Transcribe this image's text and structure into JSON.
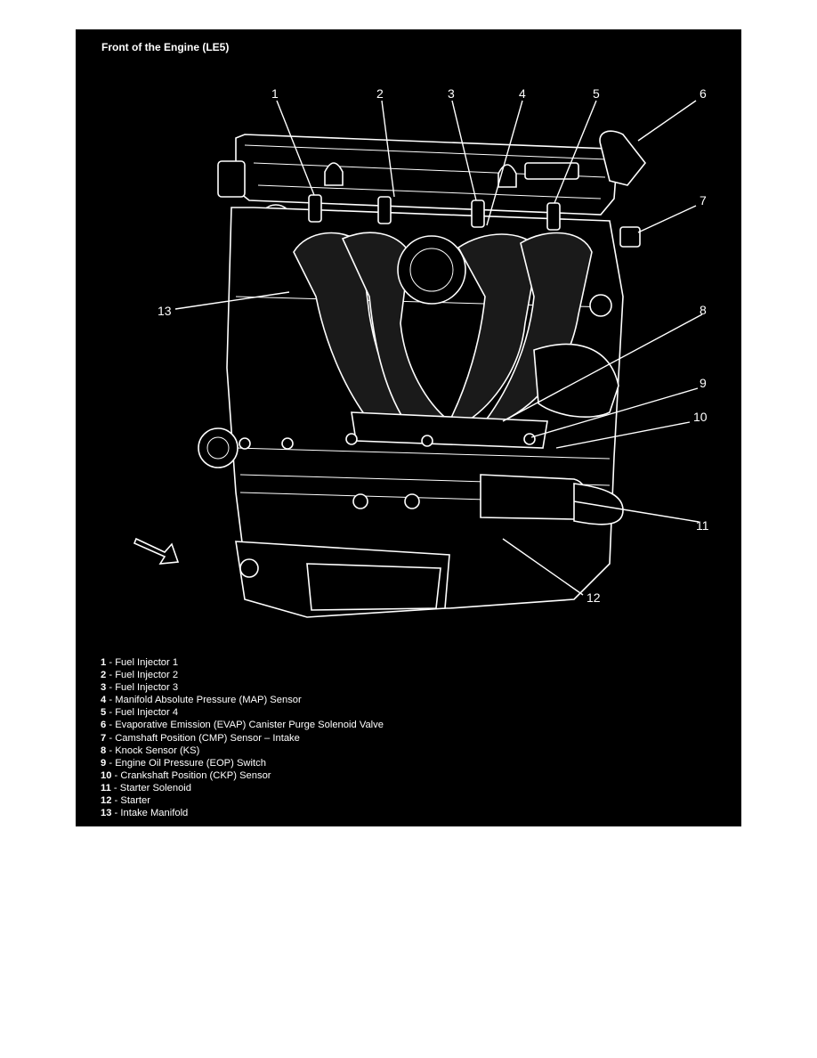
{
  "figure": {
    "title": "Front of the Engine (LE5)"
  },
  "colors": {
    "panel": "#000000",
    "ink": "#ffffff",
    "page": "#ffffff"
  },
  "callouts": [
    "1",
    "2",
    "3",
    "4",
    "5",
    "6",
    "7",
    "8",
    "9",
    "10",
    "11",
    "12",
    "13"
  ],
  "legend": [
    {
      "num": "1",
      "sep": " - ",
      "label": "Fuel Injector 1"
    },
    {
      "num": "2",
      "sep": " - ",
      "label": "Fuel Injector 2"
    },
    {
      "num": "3",
      "sep": " - ",
      "label": "Fuel Injector 3"
    },
    {
      "num": "4",
      "sep": " - ",
      "label": "Manifold Absolute Pressure (MAP) Sensor"
    },
    {
      "num": "5",
      "sep": " - ",
      "label": "Fuel Injector 4"
    },
    {
      "num": "6",
      "sep": " - ",
      "label": "Evaporative Emission (EVAP) Canister Purge Solenoid Valve"
    },
    {
      "num": "7",
      "sep": " - ",
      "label": "Camshaft Position (CMP) Sensor – Intake"
    },
    {
      "num": "8",
      "sep": " - ",
      "label": "Knock Sensor (KS)"
    },
    {
      "num": "9",
      "sep": " - ",
      "label": "Engine Oil Pressure (EOP) Switch"
    },
    {
      "num": "10",
      "sep": " - ",
      "label": "Crankshaft Position (CKP) Sensor"
    },
    {
      "num": "11",
      "sep": " - ",
      "label": "Starter Solenoid"
    },
    {
      "num": "12",
      "sep": " - ",
      "label": "Starter"
    },
    {
      "num": "13",
      "sep": " - ",
      "label": "Intake Manifold"
    }
  ]
}
